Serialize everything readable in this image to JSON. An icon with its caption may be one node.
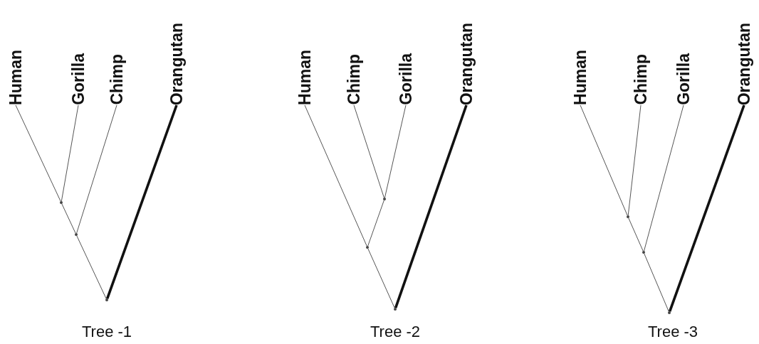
{
  "diagram": {
    "nodes": [
      {
        "text": [
          "Human"
        ]
      },
      {
        "text": [
          "Gorilla"
        ]
      },
      {
        "text": [
          "Chimp"
        ]
      },
      {
        "text": [
          "Orangutan"
        ]
      },
      {
        "text": [],
        "shape": "dot"
      },
      {
        "text": [],
        "shape": "dot"
      },
      {
        "text": [],
        "shape": "dot"
      },
      {
        "text": [
          "Human"
        ]
      },
      {
        "text": [
          "Chimp"
        ]
      },
      {
        "text": [
          "Gorilla"
        ]
      },
      {
        "text": [
          "Orangutan"
        ]
      },
      {
        "text": [],
        "shape": "dot"
      },
      {
        "text": [],
        "shape": "dot"
      },
      {
        "text": [],
        "shape": "dot"
      },
      {
        "text": [
          "Human"
        ]
      },
      {
        "text": [
          "Chimp"
        ]
      },
      {
        "text": [
          "Gorilla"
        ]
      },
      {
        "text": [
          "Orangutan"
        ]
      },
      {
        "text": [],
        "shape": "dot"
      },
      {
        "text": [],
        "shape": "dot"
      },
      {
        "text": [],
        "shape": "dot"
      }
    ],
    "edges": [
      {
        "from": 0,
        "to": 4,
        "arrow": "none"
      },
      {
        "from": 1,
        "to": 4,
        "arrow": "none"
      },
      {
        "from": 4,
        "to": 5,
        "arrow": "none"
      },
      {
        "from": 2,
        "to": 5,
        "arrow": "none"
      },
      {
        "from": 5,
        "to": 6,
        "arrow": "none"
      },
      {
        "from": 3,
        "to": 6,
        "arrow": "none",
        "style": "thick"
      },
      {
        "from": 8,
        "to": 11,
        "arrow": "none"
      },
      {
        "from": 9,
        "to": 11,
        "arrow": "none"
      },
      {
        "from": 7,
        "to": 12,
        "arrow": "none"
      },
      {
        "from": 11,
        "to": 12,
        "arrow": "none"
      },
      {
        "from": 12,
        "to": 13,
        "arrow": "none"
      },
      {
        "from": 10,
        "to": 13,
        "arrow": "none",
        "style": "thick"
      },
      {
        "from": 14,
        "to": 18,
        "arrow": "none"
      },
      {
        "from": 15,
        "to": 18,
        "arrow": "none"
      },
      {
        "from": 18,
        "to": 19,
        "arrow": "none"
      },
      {
        "from": 16,
        "to": 19,
        "arrow": "none"
      },
      {
        "from": 19,
        "to": 20,
        "arrow": "none"
      },
      {
        "from": 17,
        "to": 20,
        "arrow": "none",
        "style": "thick"
      }
    ],
    "labels": [
      "Tree -1",
      "Tree -2",
      "Tree -3"
    ]
  }
}
